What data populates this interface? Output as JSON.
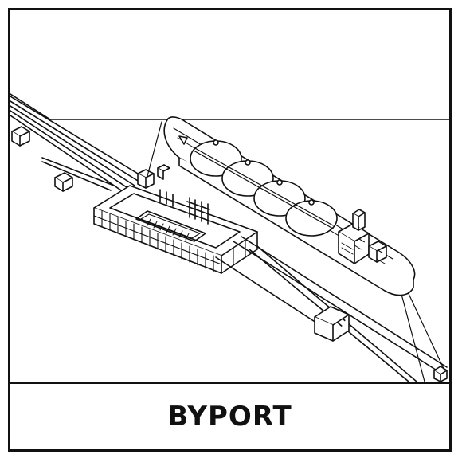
{
  "caption": {
    "title": "BYPORT"
  },
  "colors": {
    "ink": "#111111",
    "paper": "#ffffff"
  },
  "illustration": {
    "subject": [
      "lng-carrier-ship",
      "offshore-terminal-platform",
      "pipeline-trestle",
      "mooring-dolphin"
    ]
  }
}
